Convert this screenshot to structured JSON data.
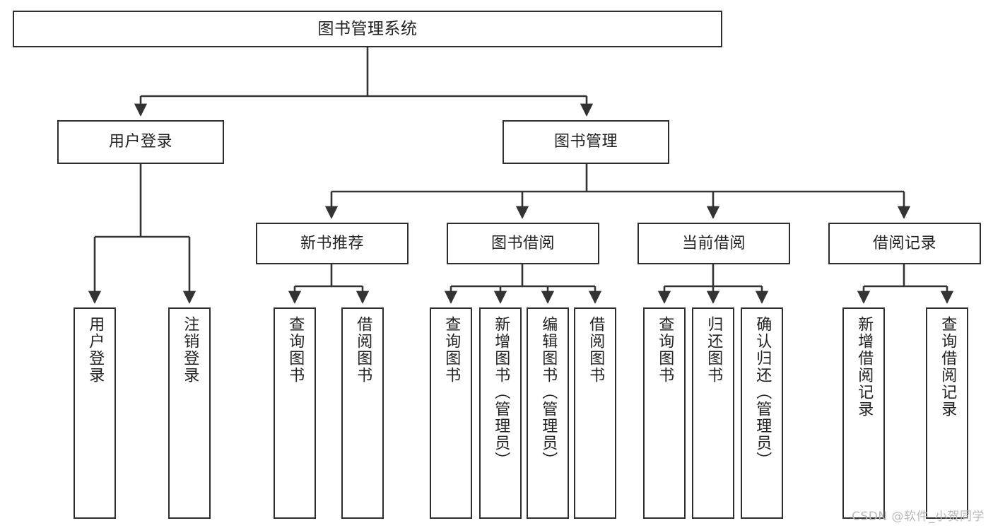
{
  "diagram": {
    "type": "tree",
    "title": "图书管理系统",
    "colors": {
      "box_border": "#2e2e2e",
      "box_fill": "#ffffff",
      "connector": "#333333",
      "text": "#222222",
      "watermark": "#b9b9b9",
      "background": "#ffffff"
    },
    "root": {
      "label": "图书管理系统"
    },
    "level2": [
      {
        "label": "用户登录"
      },
      {
        "label": "图书管理"
      }
    ],
    "level3": [
      {
        "label": "新书推荐"
      },
      {
        "label": "图书借阅"
      },
      {
        "label": "当前借阅"
      },
      {
        "label": "借阅记录"
      }
    ],
    "leaves": {
      "user_login": [
        {
          "label": "用户登录"
        },
        {
          "label": "注销登录"
        }
      ],
      "new_book_recommend": [
        {
          "label": "查询图书"
        },
        {
          "label": "借阅图书"
        }
      ],
      "book_borrow": [
        {
          "label": "查询图书"
        },
        {
          "label": "新增图书（管理员）"
        },
        {
          "label": "编辑图书（管理员）"
        },
        {
          "label": "借阅图书"
        }
      ],
      "current_borrow": [
        {
          "label": "查询图书"
        },
        {
          "label": "归还图书"
        },
        {
          "label": "确认归还（管理员）"
        }
      ],
      "borrow_record": [
        {
          "label": "新增借阅记录"
        },
        {
          "label": "查询借阅记录"
        }
      ]
    }
  },
  "watermark": {
    "text": "CSDN @软件_小贺同学"
  }
}
